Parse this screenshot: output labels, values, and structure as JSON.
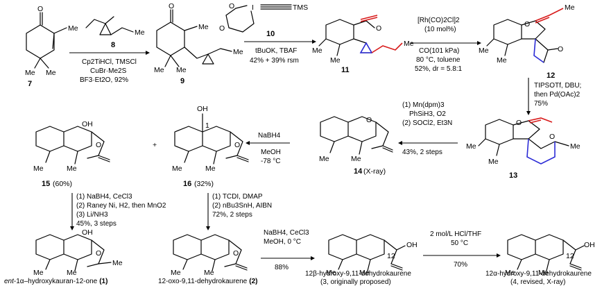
{
  "compounds": {
    "c7": {
      "number": "7",
      "substituent": "Me"
    },
    "c8": {
      "number": "8",
      "substituent": "Me"
    },
    "c9": {
      "number": "9",
      "substituent": "Me"
    },
    "c10": {
      "number": "10",
      "tms": "TMS",
      "iodine": "I",
      "oxygen": "O"
    },
    "c11": {
      "number": "11"
    },
    "c12": {
      "number": "12"
    },
    "c13": {
      "number": "13"
    },
    "c14": {
      "number": "14",
      "note": "(X-ray)"
    },
    "c15": {
      "number": "15",
      "yield": "(60%)"
    },
    "c16": {
      "number": "16",
      "yield": "(32%)",
      "position": "1"
    },
    "c1": {
      "name_italic": "ent",
      "name": "-1α–hydroxykauran-12-one",
      "number": "(1)"
    },
    "c2": {
      "name": "12-oxo-9,11-dehydrokaurene",
      "number": "(2)"
    },
    "c3": {
      "name": "12β-hydroxy-9,11-dehydrokaurene",
      "note": "(3, originally proposed)"
    },
    "c4": {
      "name": "12α-hydroxy-9,11-dehydrokaurene",
      "note": "(4, revised, X-ray)",
      "position": "12"
    }
  },
  "atoms": {
    "me": "Me",
    "o": "O",
    "oh": "OH"
  },
  "conditions": {
    "step1": [
      "Cp2TiHCl, TMSCl",
      "CuBr·Me2S",
      "BF3·Et2O, 92%"
    ],
    "step2": [
      "tBuOK, TBAF",
      "42% + 39% rsm"
    ],
    "step3": [
      "[Rh(CO)2Cl]2",
      "(10 mol%)",
      "CO(101 kPa)",
      "80 °C, toluene",
      "52%, dr = 5.8:1"
    ],
    "step4": [
      "TIPSOTf, DBU;",
      "then Pd(OAc)2",
      "75%"
    ],
    "step5": [
      "(1) Mn(dpm)3",
      "PhSiH3, O2",
      "(2) SOCl2, Et3N",
      "43%, 2 steps"
    ],
    "step6": [
      "NaBH4",
      "MeOH",
      "-78 °C"
    ],
    "step7": [
      "(1) NaBH4, CeCl3",
      "(2) Raney Ni, H2, then MnO2",
      "(3) Li/NH3",
      "45%, 3 steps"
    ],
    "step8": [
      "(1) TCDI, DMAP",
      "(2) nBu3SnH, AIBN",
      "72%, 2 steps"
    ],
    "step9": [
      "NaBH4, CeCl3",
      "MeOH, 0 °C",
      "88%"
    ],
    "step10": [
      "2 mol/L HCl/THF",
      "50 °C",
      "70%"
    ]
  },
  "plus": "+",
  "colors": {
    "red": "#d81a1a",
    "blue": "#2b2bd6",
    "black": "#000000"
  }
}
